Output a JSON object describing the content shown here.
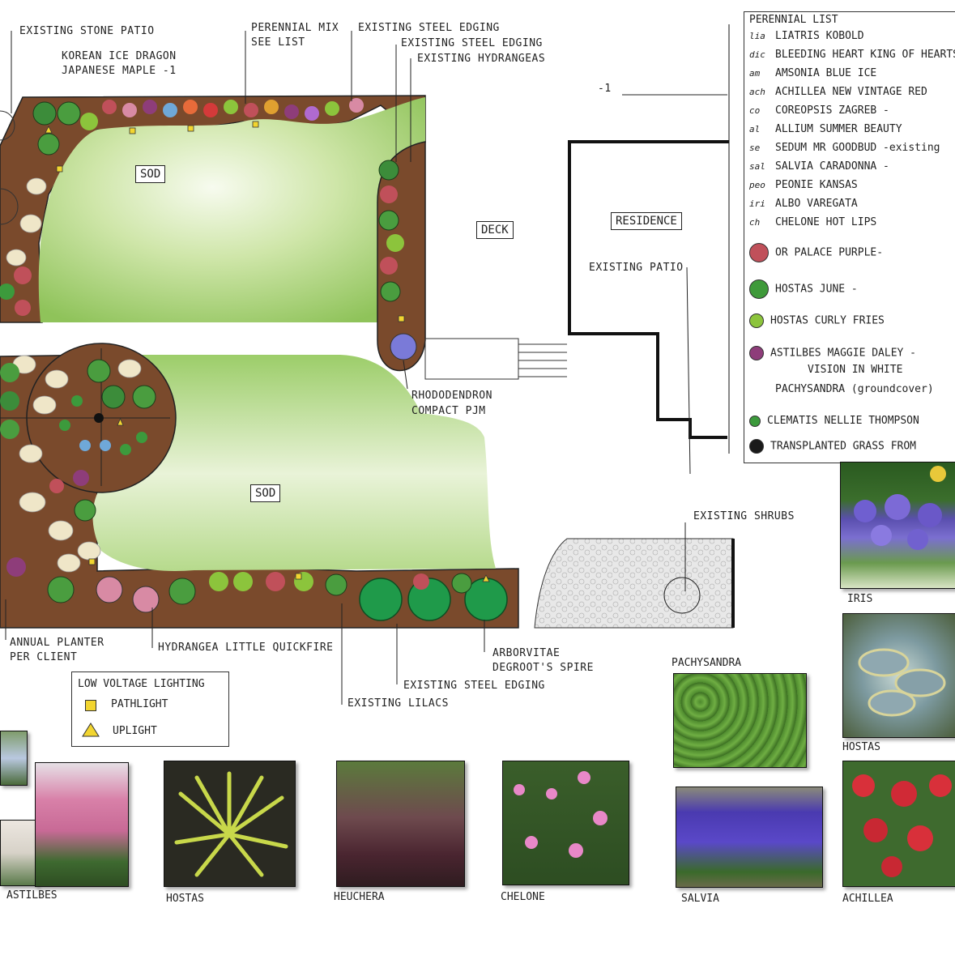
{
  "callouts": {
    "stone_patio": "EXISTING STONE PATIO",
    "maple_1": "KOREAN ICE DRAGON",
    "maple_2": "JAPANESE MAPLE -1",
    "perennial_1": "PERENNIAL MIX",
    "perennial_2": "SEE LIST",
    "steel_edging_1": "EXISTING STEEL EDGING",
    "steel_edging_2": "EXISTING STEEL EDGING",
    "hydrangeas": "EXISTING HYDRANGEAS",
    "dash_one": "-1",
    "rhodo_1": "RHODODENDRON",
    "rhodo_2": "COMPACT PJM",
    "existing_patio": "EXISTING PATIO",
    "existing_shrubs": "EXISTING SHRUBS",
    "annual_1": "ANNUAL PLANTER",
    "annual_2": "PER CLIENT",
    "hydrangea_lq": "HYDRANGEA LITTLE QUICKFIRE",
    "existing_lilacs": "EXISTING LILACS",
    "steel_edging_3": "EXISTING STEEL EDGING",
    "arborvitae_1": "ARBORVITAE",
    "arborvitae_2": "DEGROOT'S SPIRE"
  },
  "areas": {
    "sod_top": "SOD",
    "sod_bottom": "SOD",
    "deck": "DECK",
    "residence": "RESIDENCE"
  },
  "perennial_list": {
    "title": "PERENNIAL LIST",
    "items": [
      {
        "code": "lia",
        "name": "LIATRIS KOBOLD"
      },
      {
        "code": "dic",
        "name": "BLEEDING HEART KING OF HEARTS"
      },
      {
        "code": "am",
        "name": "AMSONIA BLUE ICE"
      },
      {
        "code": "ach",
        "name": "ACHILLEA NEW VINTAGE RED"
      },
      {
        "code": "co",
        "name": "COREOPSIS ZAGREB -"
      },
      {
        "code": "al",
        "name": "ALLIUM SUMMER BEAUTY"
      },
      {
        "code": "se",
        "name": "SEDUM MR GOODBUD -existing"
      },
      {
        "code": "sal",
        "name": "SALVIA CARADONNA -"
      },
      {
        "code": "peo",
        "name": "PEONIE KANSAS"
      },
      {
        "code": "iri",
        "name": "ALBO VAREGATA"
      },
      {
        "code": "ch",
        "name": "CHELONE HOT LIPS"
      }
    ]
  },
  "symbol_legend": [
    {
      "label": "OR PALACE PURPLE-",
      "color": "#c0505a"
    },
    {
      "label": "HOSTAS JUNE -",
      "color": "#3f9a3a"
    },
    {
      "label": "HOSTAS CURLY FRIES",
      "color": "#8cc43c"
    },
    {
      "label": "ASTILBES MAGGIE DALEY -",
      "color": "#8e3d7a"
    },
    {
      "label": "VISION IN WHITE",
      "color": ""
    },
    {
      "label": "PACHYSANDRA (groundcover)",
      "color": ""
    },
    {
      "label": "CLEMATIS NELLIE THOMPSON",
      "color": "#3c9a3c"
    },
    {
      "label": "TRANSPLANTED GRASS FROM",
      "color": "#1a1a1a"
    }
  ],
  "lighting": {
    "title": "LOW VOLTAGE LIGHTING",
    "pathlight": "PATHLIGHT",
    "uplight": "UPLIGHT"
  },
  "photos": {
    "iris": "IRIS",
    "hostas_right": "HOSTAS",
    "pachysandra": "PACHYSANDRA",
    "astilbes": "ASTILBES",
    "hostas": "HOSTAS",
    "heuchera": "HEUCHERA",
    "chelone": "CHELONE",
    "salvia": "SALVIA",
    "achillea": "ACHILLEA"
  },
  "colors": {
    "mulch": "#7a4a2c",
    "sod": "#a9d47a",
    "edge": "#222222"
  }
}
